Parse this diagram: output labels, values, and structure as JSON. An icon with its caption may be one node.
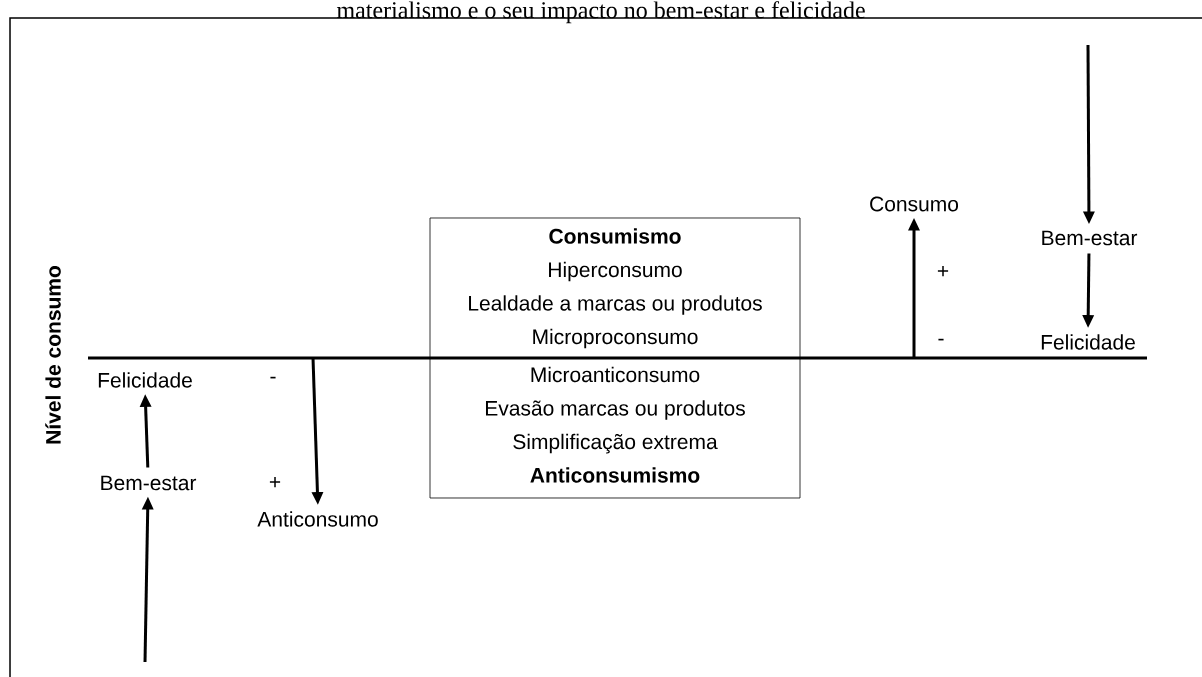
{
  "diagram": {
    "title": "materialismo e o seu impacto no bem-estar e felicidade",
    "nodes": [
      {
        "text": [
          "Consumismo",
          "Hiperconsumo",
          "Lealdade a marcas ou produtos",
          "Microproconsumo",
          "Microanticonsumo",
          "Evasão marcas ou produtos",
          "Simplificação extrema",
          "Anticonsumismo"
        ]
      },
      {
        "text": [
          "Consumo"
        ]
      },
      {
        "text": [
          "Bem-estar"
        ]
      },
      {
        "text": [
          "Felicidade"
        ]
      },
      {
        "text": [
          "Felicidade"
        ]
      },
      {
        "text": [
          "Bem-estar"
        ]
      },
      {
        "text": [
          "Anticonsumo"
        ]
      }
    ],
    "edges": [
      {
        "from": null,
        "to": 1,
        "arrow": "to"
      },
      {
        "from": null,
        "to": 2,
        "arrow": "to"
      },
      {
        "from": 2,
        "to": 3,
        "arrow": "to"
      },
      {
        "from": 5,
        "to": 4,
        "arrow": "to"
      },
      {
        "from": null,
        "to": 5,
        "arrow": "to"
      },
      {
        "from": null,
        "to": 6,
        "arrow": "to"
      }
    ],
    "labels": [
      "Nível de consumo",
      "+",
      "-",
      "-",
      "+"
    ]
  }
}
